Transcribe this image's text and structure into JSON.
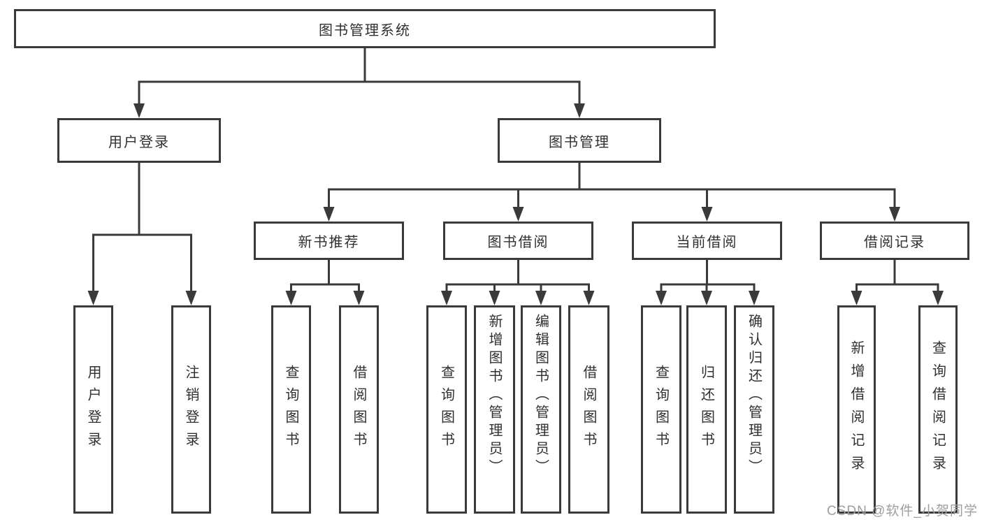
{
  "diagram_title": "图书管理系统",
  "tree": {
    "root": {
      "label": "图书管理系统",
      "children": [
        {
          "label": "用户登录",
          "children": [
            {
              "label": "用户登录"
            },
            {
              "label": "注销登录"
            }
          ]
        },
        {
          "label": "图书管理",
          "children": [
            {
              "label": "新书推荐",
              "children": [
                {
                  "label": "查询图书"
                },
                {
                  "label": "借阅图书"
                }
              ]
            },
            {
              "label": "图书借阅",
              "children": [
                {
                  "label": "查询图书"
                },
                {
                  "label": "新增图书（管理员）"
                },
                {
                  "label": "编辑图书（管理员）"
                },
                {
                  "label": "借阅图书"
                }
              ]
            },
            {
              "label": "当前借阅",
              "children": [
                {
                  "label": "查询图书"
                },
                {
                  "label": "归还图书"
                },
                {
                  "label": "确认归还（管理员）"
                }
              ]
            },
            {
              "label": "借阅记录",
              "children": [
                {
                  "label": "新增借阅记录"
                },
                {
                  "label": "查询借阅记录"
                }
              ]
            }
          ]
        }
      ]
    }
  },
  "watermark": {
    "text": "CSDN @软件_小贺同学",
    "color": "#9e9e9e"
  },
  "colors": {
    "line": "#3a3a3a",
    "box_border": "#3a3a3a",
    "text": "#303030",
    "background": "#ffffff"
  }
}
